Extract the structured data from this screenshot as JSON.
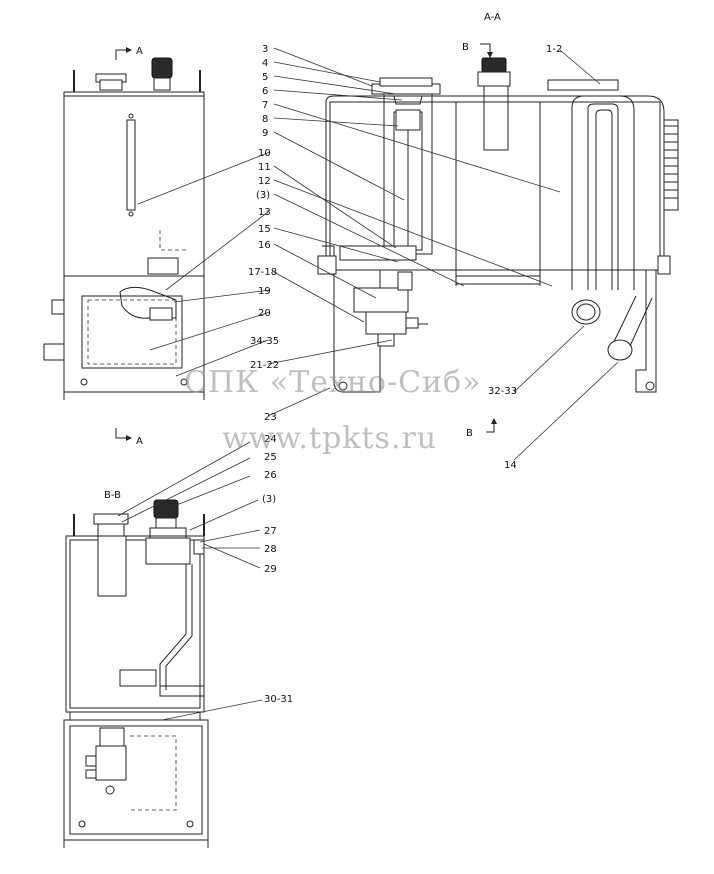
{
  "views": {
    "left_arrow_top": "A",
    "left_arrow_bottom": "A",
    "section_aa_title": "A-A",
    "section_b_top": "B",
    "section_b_bottom": "B",
    "section_bb_title": "B-B"
  },
  "callouts": {
    "c3": "3",
    "c4": "4",
    "c5": "5",
    "c6": "6",
    "c7": "7",
    "c8": "8",
    "c9": "9",
    "c10": "10",
    "c11": "11",
    "c12": "12",
    "c3p_a": "(3)",
    "c13": "13",
    "c15": "15",
    "c16": "16",
    "c17_18": "17-18",
    "c19": "19",
    "c20": "20",
    "c34_35": "34-35",
    "c21_22": "21-22",
    "c1_2": "1-2",
    "c32_33": "32-33",
    "c14": "14",
    "c23": "23",
    "c24": "24",
    "c25": "25",
    "c26": "26",
    "c3p_b": "(3)",
    "c27": "27",
    "c28": "28",
    "c29": "29",
    "c30_31": "30-31"
  },
  "watermark": {
    "line1": "СПК «Техно-Сиб»",
    "line2": "www.tpkts.ru"
  }
}
